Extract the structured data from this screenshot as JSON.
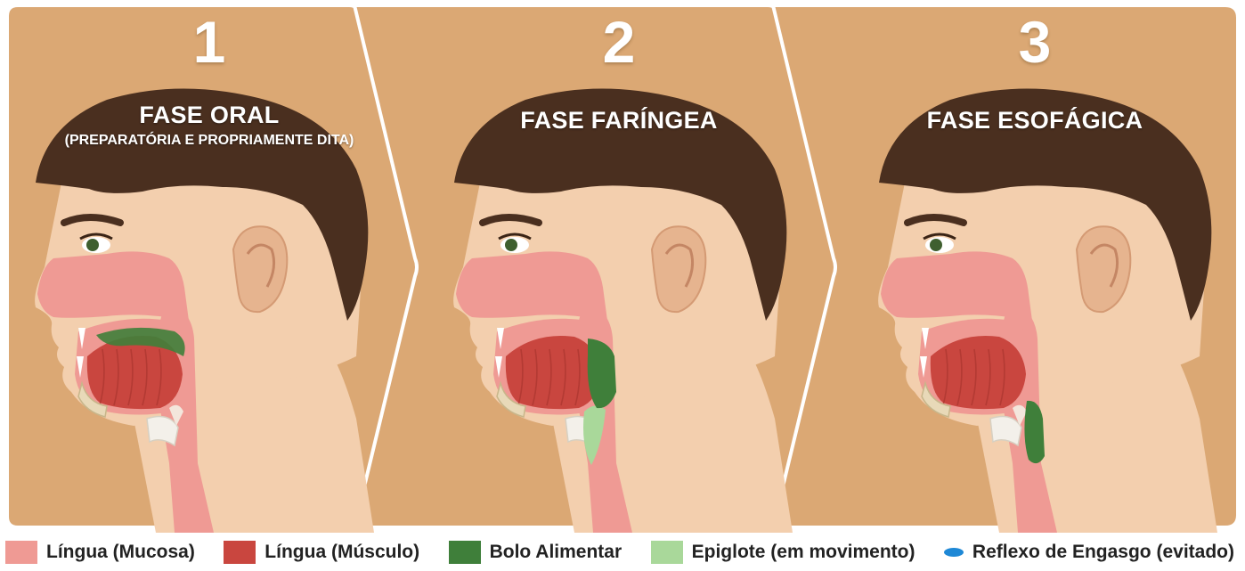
{
  "colors": {
    "panel_bg": "#dba874",
    "panel_edge": "#ffffff",
    "hair": "#4a2f1f",
    "skin": "#f3cfae",
    "skin_shade": "#e6b48f",
    "mucosa": "#ef9a94",
    "muscle": "#c9463f",
    "bolus": "#3f7f3a",
    "epiglottis": "#a9d89a",
    "gag_reflex": "#1e88d6"
  },
  "panels": [
    {
      "number": "1",
      "title": "FASE ORAL",
      "subtitle": "(PREPARATÓRIA E PROPRIAMENTE DITA)",
      "bolus_position": "mouth"
    },
    {
      "number": "2",
      "title": "FASE FARÍNGEA",
      "subtitle": "",
      "bolus_position": "pharynx"
    },
    {
      "number": "3",
      "title": "FASE ESOFÁGICA",
      "subtitle": "",
      "bolus_position": "esophagus"
    }
  ],
  "legend": [
    {
      "label": "Língua (Mucosa)",
      "color": "#ef9a94",
      "shape": "square"
    },
    {
      "label": "Língua (Músculo)",
      "color": "#c9463f",
      "shape": "square"
    },
    {
      "label": "Bolo Alimentar",
      "color": "#3f7f3a",
      "shape": "square"
    },
    {
      "label": "Epiglote (em movimento)",
      "color": "#a9d89a",
      "shape": "square"
    },
    {
      "label": "Reflexo de Engasgo (evitado)",
      "color": "#1e88d6",
      "shape": "dot"
    }
  ]
}
